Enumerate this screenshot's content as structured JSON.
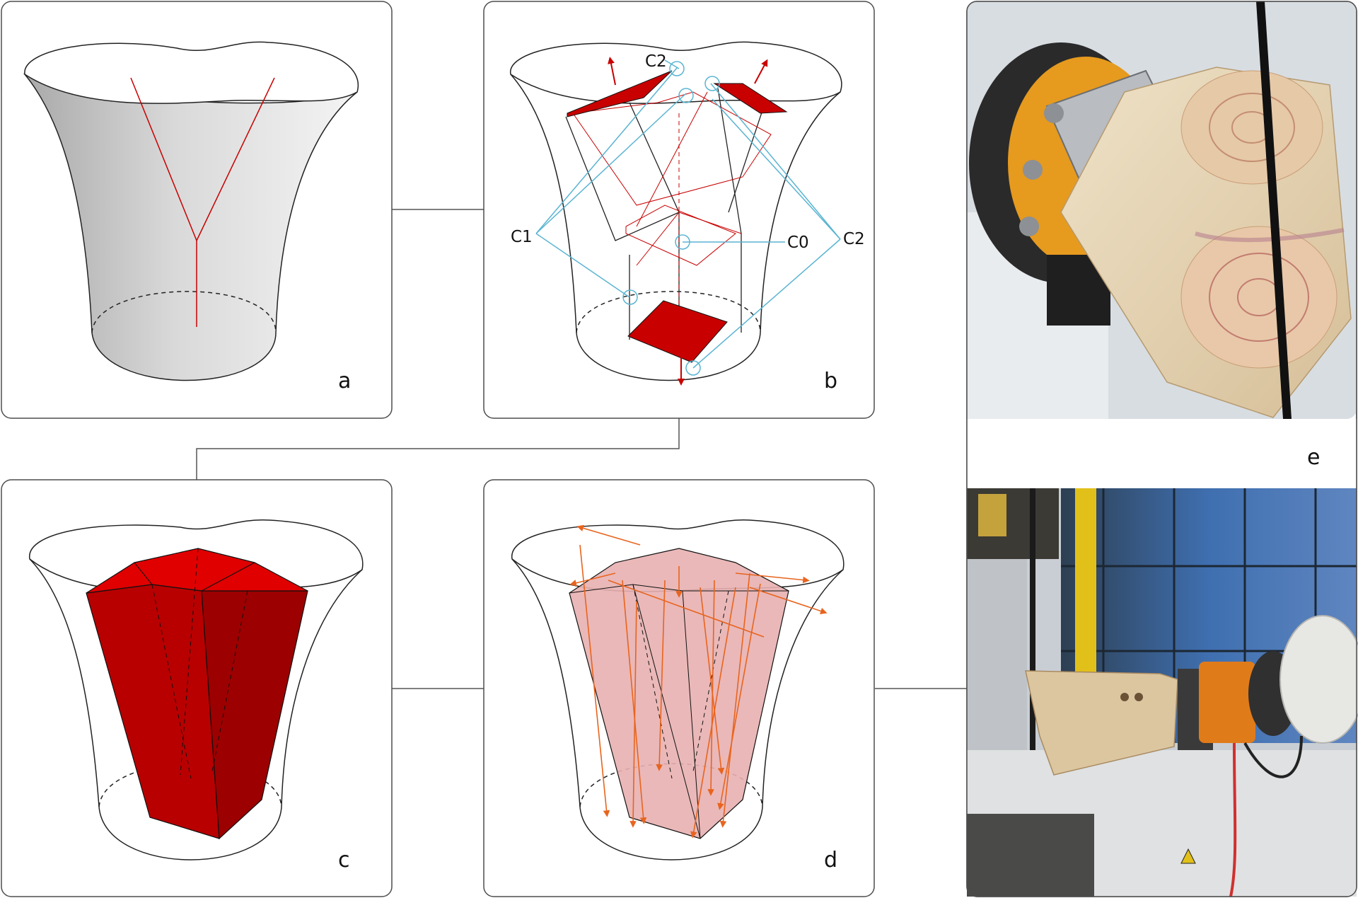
{
  "panels": [
    {
      "id": "a",
      "label": "a"
    },
    {
      "id": "b",
      "label": "b"
    },
    {
      "id": "c",
      "label": "c"
    },
    {
      "id": "d",
      "label": "d"
    },
    {
      "id": "e",
      "label": "e"
    }
  ],
  "callouts": {
    "c0": "C0",
    "c1": "C1",
    "c2_top": "C2",
    "c2_right": "C2"
  },
  "colors": {
    "frame": "#4d4d4d",
    "red": "#c80000",
    "pink": "#e8b0b0",
    "orange": "#e8641e",
    "cyan": "#5ab4d2",
    "wood": "#e2cfae"
  }
}
